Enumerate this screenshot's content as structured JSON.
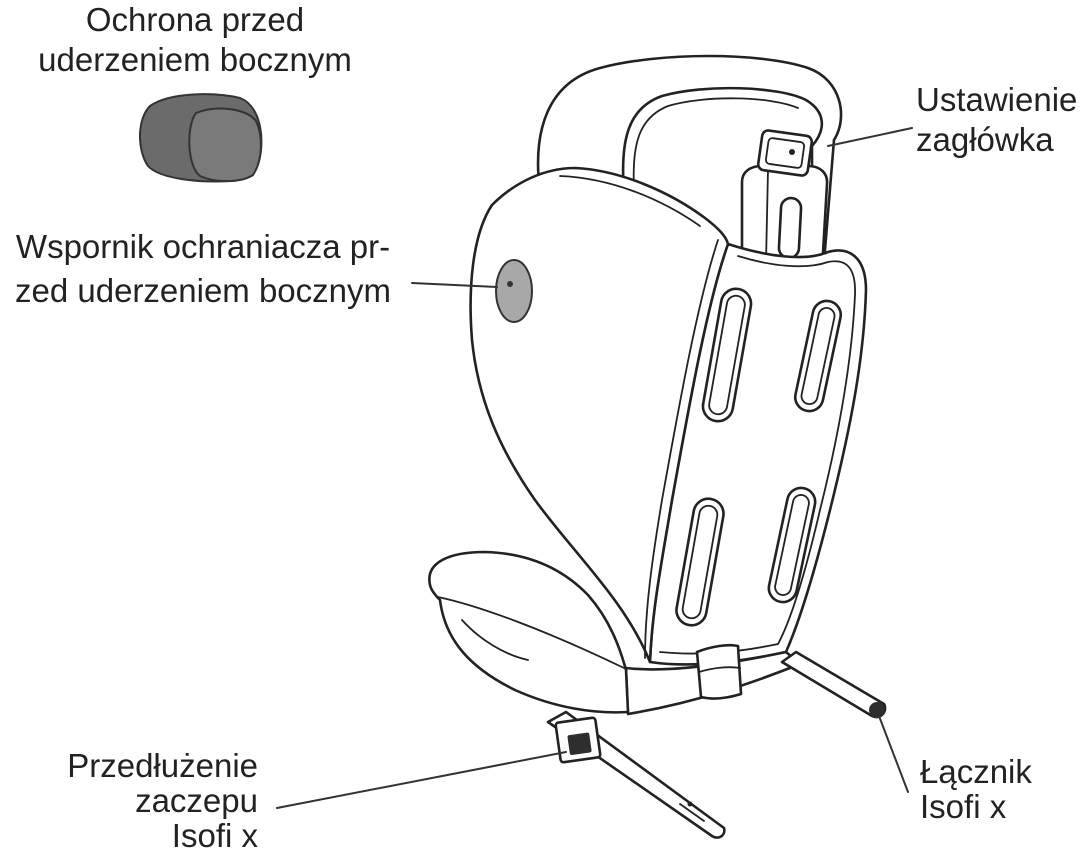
{
  "labels": {
    "side_impact_protection": [
      "Ochrona przed",
      "uderzeniem bocznym"
    ],
    "side_impact_bracket": [
      "Wspornik ochraniacza pr-",
      "zed uderzeniem bocznym"
    ],
    "headrest_adjustment": [
      "Ustawienie",
      "zagłówka"
    ],
    "isofix_extension": [
      "Przedłużenie",
      "zaczepu",
      "Isofi x"
    ],
    "isofix_connector": [
      "Łącznik",
      "Isofi x"
    ]
  },
  "colors": {
    "protector_body": "#6b6b6b",
    "protector_face": "#7a7a7a",
    "bracket": "#a8a8a8",
    "connector": "#2e2e2e"
  }
}
